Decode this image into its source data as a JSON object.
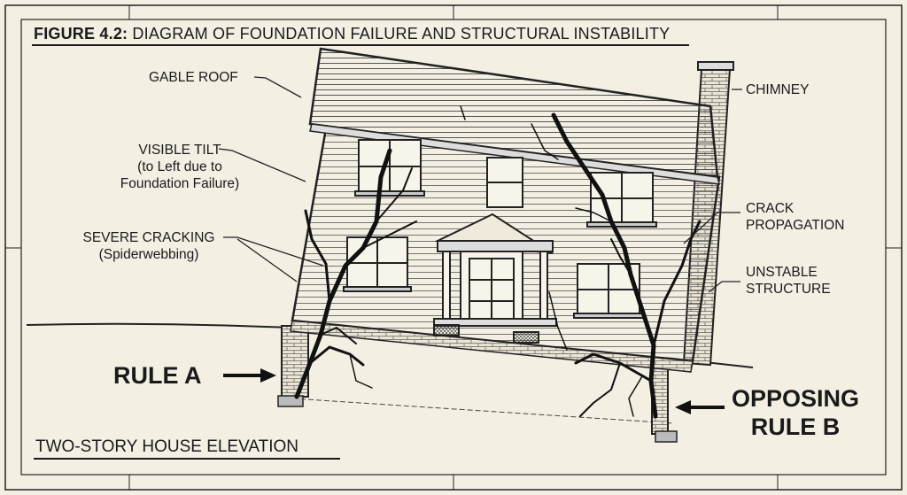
{
  "figure": {
    "number": "FIGURE 4.2:",
    "title": "DIAGRAM OF FOUNDATION FAILURE AND STRUCTURAL INSTABILITY"
  },
  "labels": {
    "gable_roof": "GABLE ROOF",
    "chimney": "CHIMNEY",
    "visible_tilt": "VISIBLE TILT",
    "visible_tilt_note_1": "(to Left due to",
    "visible_tilt_note_2": "Foundation Failure)",
    "severe_cracking": "SEVERE CRACKING",
    "severe_cracking_note": "(Spiderwebbing)",
    "crack_propagation_1": "CRACK",
    "crack_propagation_2": "PROPAGATION",
    "unstable_structure_1": "UNSTABLE",
    "unstable_structure_2": "STRUCTURE",
    "rule_a": "RULE A",
    "opposing_rule_b_1": "OPPOSING",
    "opposing_rule_b_2": "RULE B",
    "elevation": "TWO-STORY HOUSE ELEVATION"
  },
  "colors": {
    "paper": "#f3efe3",
    "ink": "#1a1a1a"
  }
}
